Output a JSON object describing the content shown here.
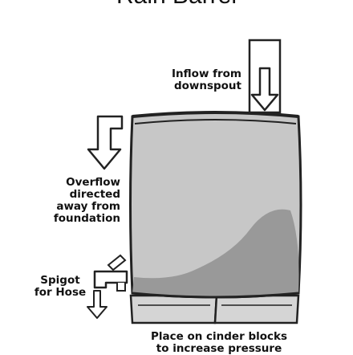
{
  "diagram": {
    "title": "Rain Barrel",
    "labels": {
      "inflow": [
        "Inflow from",
        "downspout"
      ],
      "overflow": [
        "Overflow",
        "directed",
        "away from",
        "foundation"
      ],
      "spigot": [
        "Spigot",
        "for Hose"
      ],
      "blocks": [
        "Place on cinder blocks",
        "to increase pressure"
      ]
    },
    "colors": {
      "barrel_fill": "#c7c7c7",
      "water_fill": "#999999",
      "block_fill": "#d5d5d5",
      "outline": "#222222",
      "arrow_fill": "#ffffff"
    }
  }
}
